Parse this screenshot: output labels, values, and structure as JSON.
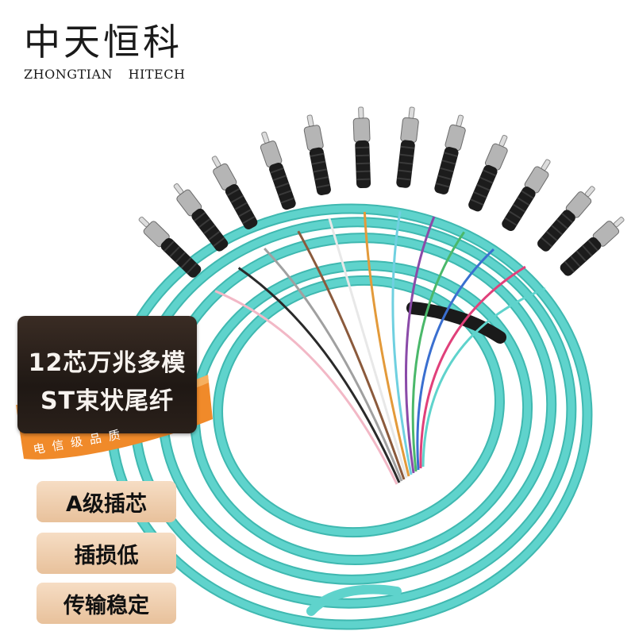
{
  "brand": {
    "name_cn": "中天恒科",
    "name_en": "ZHONGTIAN HITECH"
  },
  "product": {
    "title_line1": "12芯万兆多模",
    "title_line2": "ST束状尾纤",
    "ribbon": "电信级品质"
  },
  "features": [
    "A级插芯",
    "插损低",
    "传输稳定"
  ],
  "colors": {
    "cable_jacket": "#5fd3cc",
    "connector": "#1c1c1c",
    "label_background": "#241c17",
    "feature_badge": "#eccaa6",
    "ribbon": "#f08a2a",
    "fiber_colors": [
      "#f2b8c6",
      "#2a2a2a",
      "#a0a0a0",
      "#8b5a3c",
      "#e8e8e8",
      "#e39a3a",
      "#6fd0e0",
      "#8a4aa8",
      "#4ab86a",
      "#3a6fd0",
      "#e0407a",
      "#5fd3cc"
    ]
  }
}
